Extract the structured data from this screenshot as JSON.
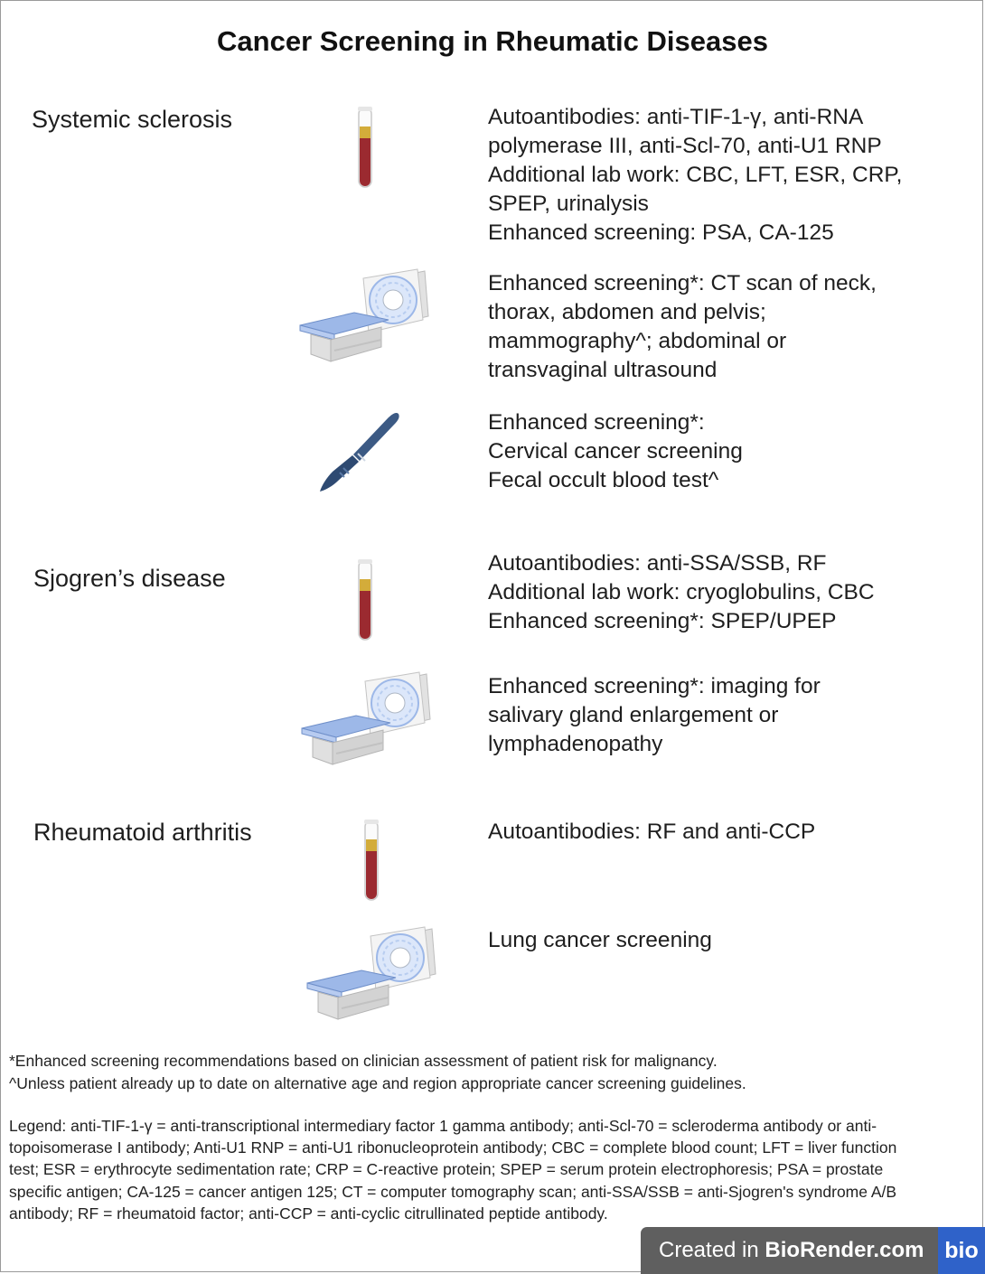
{
  "title": "Cancer Screening in Rheumatic Diseases",
  "sections": [
    {
      "disease": "Systemic sclerosis",
      "rows": [
        {
          "icon": "blood-tube-icon",
          "lines": [
            "Autoantibodies: anti-TIF-1-γ, anti-RNA",
            "polymerase III, anti-Scl-70, anti-U1 RNP",
            "Additional lab work: CBC, LFT, ESR, CRP,",
            "SPEP, urinalysis",
            "Enhanced screening: PSA, CA-125"
          ]
        },
        {
          "icon": "ct-scanner-icon",
          "lines": [
            "Enhanced screening*: CT scan of neck,",
            "thorax, abdomen and pelvis;",
            "mammography^; abdominal or",
            "transvaginal ultrasound"
          ]
        },
        {
          "icon": "scalpel-icon",
          "lines": [
            "Enhanced screening*:",
            "Cervical cancer screening",
            "Fecal occult blood test^"
          ]
        }
      ]
    },
    {
      "disease": "Sjogren’s disease",
      "rows": [
        {
          "icon": "blood-tube-icon",
          "lines": [
            "Autoantibodies: anti-SSA/SSB, RF",
            "Additional lab work: cryoglobulins, CBC",
            "Enhanced screening*: SPEP/UPEP"
          ]
        },
        {
          "icon": "ct-scanner-icon",
          "lines": [
            "Enhanced screening*: imaging for",
            "salivary gland enlargement or",
            "lymphadenopathy"
          ]
        }
      ]
    },
    {
      "disease": "Rheumatoid arthritis",
      "rows": [
        {
          "icon": "blood-tube-icon",
          "lines": [
            "Autoantibodies: RF and anti-CCP"
          ]
        },
        {
          "icon": "ct-scanner-icon",
          "lines": [
            "Lung cancer screening"
          ]
        }
      ]
    }
  ],
  "footnotes": [
    "*Enhanced screening recommendations based on clinician assessment of patient risk for malignancy.",
    "^Unless patient already up to date on alternative age and region appropriate cancer screening guidelines."
  ],
  "legend": "Legend: anti-TIF-1-γ = anti-transcriptional intermediary factor 1 gamma antibody; anti-Scl-70 = scleroderma antibody or anti-topoisomerase I antibody; Anti-U1 RNP = anti-U1 ribonucleoprotein antibody; CBC = complete blood count; LFT = liver function test; ESR = erythrocyte sedimentation rate; CRP = C-reactive protein; SPEP = serum protein electrophoresis; PSA = prostate specific antigen; CA-125 = cancer antigen 125; CT = computer tomography scan; anti-SSA/SSB = anti-Sjogren's syndrome A/B antibody; RF = rheumatoid factor; anti-CCP = anti-cyclic citrullinated peptide antibody.",
  "badge": {
    "prefix": "Created in ",
    "brand": "BioRender.com",
    "logo": "bio"
  },
  "colors": {
    "blood": "#9b2a30",
    "plasma": "#d3ac3a",
    "scanner_blue": "#9db8e8",
    "badge_bg": "#5f5f5f",
    "logo_bg": "#2f62c9"
  }
}
